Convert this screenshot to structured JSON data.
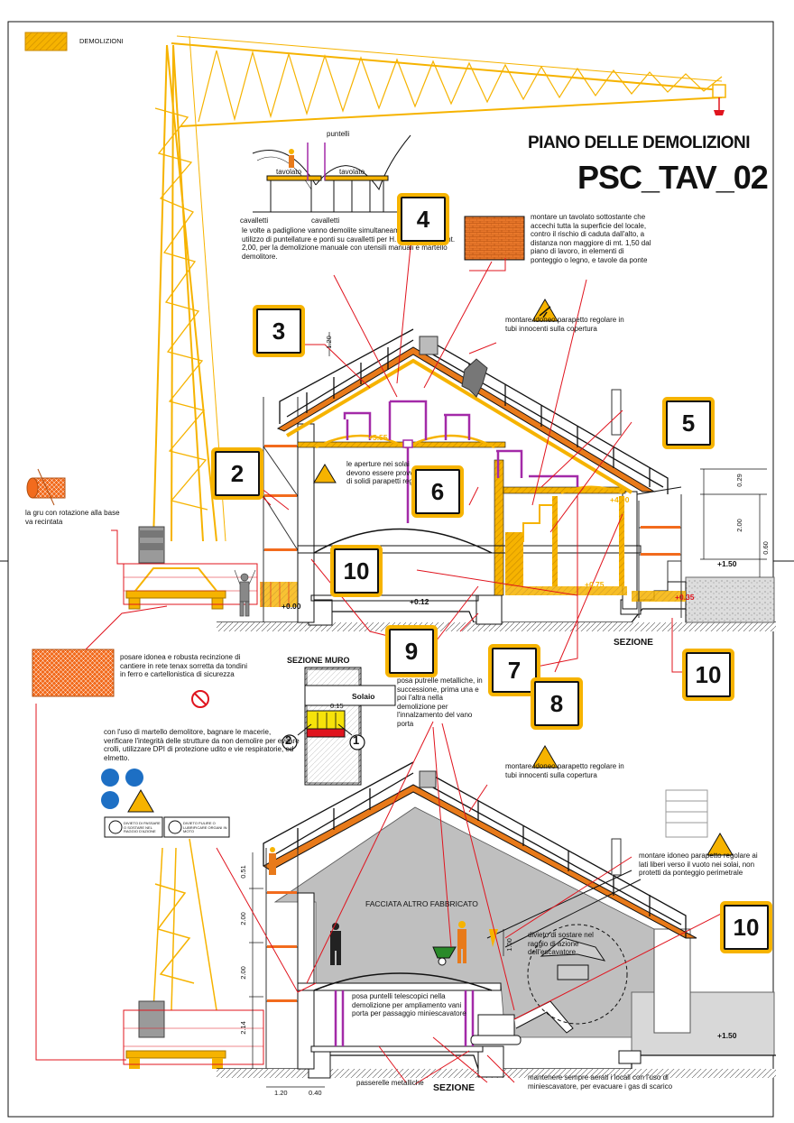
{
  "title": {
    "line1": "PIANO DELLE DEMOLIZIONI",
    "line2": "PSC_TAV_02"
  },
  "legend": {
    "label": "DEMOLIZIONI",
    "color": "#f6b300"
  },
  "colors": {
    "accent": "#f6b300",
    "orange": "#e87a1a",
    "leader": "#e0141e",
    "purple": "#a32aa8",
    "wall": "#bfbfbf"
  },
  "markers": {
    "m1": "1",
    "m2": "2",
    "m3": "3",
    "m4": "4",
    "m5": "5",
    "m6": "6",
    "m7": "7",
    "m8": "8",
    "m9": "9",
    "m10a": "10",
    "m10b": "10",
    "m10c": "10"
  },
  "notes": {
    "vault_demolition": "le volte a padiglione vanno demolite simultaneamente, mediante utilizzo di puntellature e ponti su cavalletti per H. da terra fino a mt. 2,00, per la demolizione manuale con utensili manuali e martello demolitore.",
    "tavolato": "montare un tavolato sottostante che accechi tutta la superficie del locale, contro il rischio di caduta dall'alto, a distanza non maggiore di mt. 1,50 dal piano di lavoro, in elementi di ponteggio o legno, e tavole da ponte",
    "parapetto_top": "montare idoneo parapetto regolare in tubi innocenti sulla copertura",
    "aperture_solai": "le aperture nei solai devono essere provviste di solidi parapetti regolari",
    "gru": "la gru con rotazione alla base va recintata",
    "recinzione": "posare idonea e robusta recinzione di cantiere in rete tenax sorretta da tondini in ferro e cartellonistica di sicurezza",
    "putrelle": "posa putrelle metalliche, in successione, prima una e poi l'altra nella demolizione per l'innalzamento del vano porta",
    "martello": "con l'uso di martello demolitore, bagnare le macerie, verificare l'integrità delle strutture da non demolire per evitare crolli, utilizzare DPI di protezione udito e vie respiratorie, ed elmetto.",
    "parapetto_bottom": "montare idoneo parapetto regolare in tubi innocenti sulla copertura",
    "parapetto_lati": "montare idoneo parapetto regolare ai lati liberi verso il vuoto nei solai, non protetti da ponteggio perimetrale",
    "escavatore": "divieto di sostare nel raggio di azione dell'escavatore",
    "puntelli": "posa puntelli telescopici nella demolizione per ampliamento vani porta per passaggio miniescavatore",
    "aerati": "mantenere sempre aerati i locali con l'uso di miniescavatore, per evacuare i gas di scarico"
  },
  "labels": {
    "punteli": "puntelli",
    "tavolato_a": "tavolato",
    "tavolato_b": "tavolato",
    "cavalletti_a": "cavalletti",
    "cavalletti_b": "cavalletti",
    "sezione_muro": "SEZIONE MURO",
    "solaio": "Solaio",
    "sezione_top": "SEZIONE",
    "sezione_bottom": "SEZIONE",
    "facciata": "FACCIATA ALTRO FABBRICATO",
    "passerelle": "passerelle metalliche",
    "sign_a": "DIVIETO DI PASSARE O SOSTARE NEL RAGGIO D'AZIONE",
    "sign_b": "DIVIETO PULIRE O LUBRIFICARE ORGANI IN MOTO"
  },
  "levels": {
    "l555": "+5.55",
    "l400": "+4.00",
    "l075": "+0.75",
    "l012": "+0.12",
    "l000": "+0.00",
    "l035": "+0.35",
    "l150a": "+1.50",
    "l150b": "+1.50"
  },
  "dimensions": {
    "d120_top": "1.20",
    "d029": "0.29",
    "d200_r": "2.00",
    "d060": "0.60",
    "d015": "0.15",
    "d051": "0.51",
    "d200_a": "2.00",
    "d200_b": "2.00",
    "d214": "2.14",
    "d100": "1.00",
    "d120_b": "1.20",
    "d040": "0.40"
  }
}
